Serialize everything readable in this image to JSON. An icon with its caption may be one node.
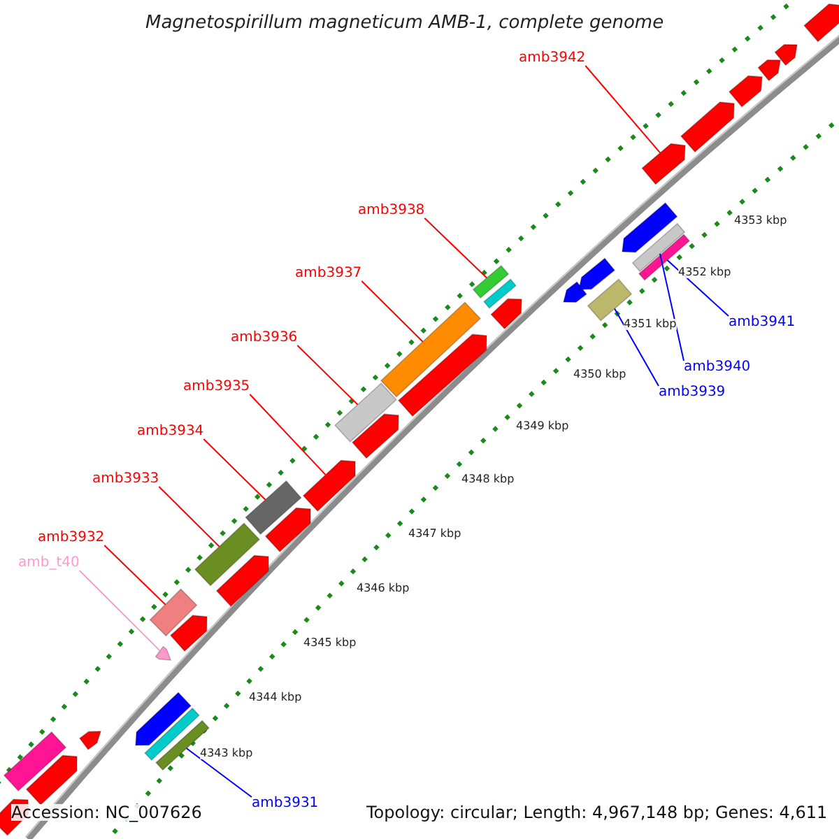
{
  "diagram": {
    "title": "Magnetospirillum magneticum AMB-1, complete genome",
    "nodes": [
      {
        "text": [
          "amb3942"
        ]
      },
      {
        "text": [
          "amb3938"
        ]
      },
      {
        "text": [
          "amb3937"
        ]
      },
      {
        "text": [
          "amb3941"
        ]
      },
      {
        "text": [
          "amb3936"
        ]
      },
      {
        "text": [
          "amb3940"
        ]
      },
      {
        "text": [
          "amb3935"
        ]
      },
      {
        "text": [
          "amb3939"
        ]
      },
      {
        "text": [
          "amb3934"
        ]
      },
      {
        "text": [
          "amb3933"
        ]
      },
      {
        "text": [
          "amb3932"
        ]
      },
      {
        "text": [
          "amb_t40"
        ]
      },
      {
        "text": [
          "amb3931"
        ]
      },
      {
        "text": [],
        "shape": "bar"
      },
      {
        "text": [],
        "shape": "bar"
      },
      {
        "text": [],
        "shape": "bar"
      },
      {
        "text": [],
        "shape": "bar"
      },
      {
        "text": [],
        "shape": "bar"
      },
      {
        "text": [],
        "shape": "bar"
      },
      {
        "text": [],
        "shape": "bar"
      },
      {
        "text": [],
        "shape": "bar"
      },
      {
        "text": [],
        "shape": "bar"
      },
      {
        "text": [],
        "shape": "bar"
      },
      {
        "text": [],
        "shape": "bar"
      },
      {
        "text": [],
        "shape": "bar"
      },
      {
        "text": [],
        "shape": "bar"
      },
      {
        "text": [],
        "shape": "bar"
      },
      {
        "text": [],
        "shape": "bar"
      },
      {
        "text": [],
        "shape": "bar"
      },
      {
        "text": [],
        "shape": "bar"
      },
      {
        "text": [],
        "shape": "bar"
      },
      {
        "text": [],
        "shape": "bar"
      },
      {
        "text": [],
        "shape": "bar"
      },
      {
        "text": [],
        "shape": "bar"
      },
      {
        "text": [],
        "shape": "bar"
      },
      {
        "text": [],
        "shape": "bar"
      },
      {
        "text": [],
        "shape": "bar"
      },
      {
        "text": [],
        "shape": "bar"
      },
      {
        "text": [],
        "shape": "bar"
      },
      {
        "text": [],
        "shape": "bar"
      },
      {
        "text": [],
        "shape": "bar"
      },
      {
        "text": [],
        "shape": "bar"
      },
      {
        "text": [],
        "shape": "bar"
      },
      {
        "text": [],
        "shape": "bar"
      },
      {
        "text": [],
        "shape": "bar"
      },
      {
        "text": [],
        "shape": "bar"
      },
      {
        "text": [],
        "shape": "bar"
      }
    ],
    "edges": [
      {
        "from": 0,
        "to": 13,
        "arrow": "none"
      },
      {
        "from": 1,
        "to": 14,
        "arrow": "none"
      },
      {
        "from": 2,
        "to": 15,
        "arrow": "none"
      },
      {
        "from": 3,
        "to": 16,
        "arrow": "none",
        "color": "#0000ff"
      },
      {
        "from": 4,
        "to": 17,
        "arrow": "none"
      },
      {
        "from": 5,
        "to": 18,
        "arrow": "none",
        "color": "#0000ff"
      },
      {
        "from": 6,
        "to": 19,
        "arrow": "none"
      },
      {
        "from": 7,
        "to": 20,
        "arrow": "none",
        "color": "#0000ff"
      },
      {
        "from": 8,
        "to": 21,
        "arrow": "none"
      },
      {
        "from": 9,
        "to": 22,
        "arrow": "none"
      },
      {
        "from": 10,
        "to": 23,
        "arrow": "none"
      },
      {
        "from": 11,
        "to": 24,
        "arrow": "none",
        "color": "#ff99cc"
      },
      {
        "from": 12,
        "to": 25,
        "arrow": "none",
        "color": "#0000ff"
      }
    ],
    "labels": [
      "4353 kbp",
      "4352 kbp",
      "4351 kbp",
      "4350 kbp",
      "4349 kbp",
      "4348 kbp",
      "4347 kbp",
      "4346 kbp",
      "4345 kbp",
      "4344 kbp",
      "4343 kbp",
      "Accession: NC_007626",
      "Topology: circular; Length: 4,967,148 bp; Genes: 4,611"
    ]
  }
}
